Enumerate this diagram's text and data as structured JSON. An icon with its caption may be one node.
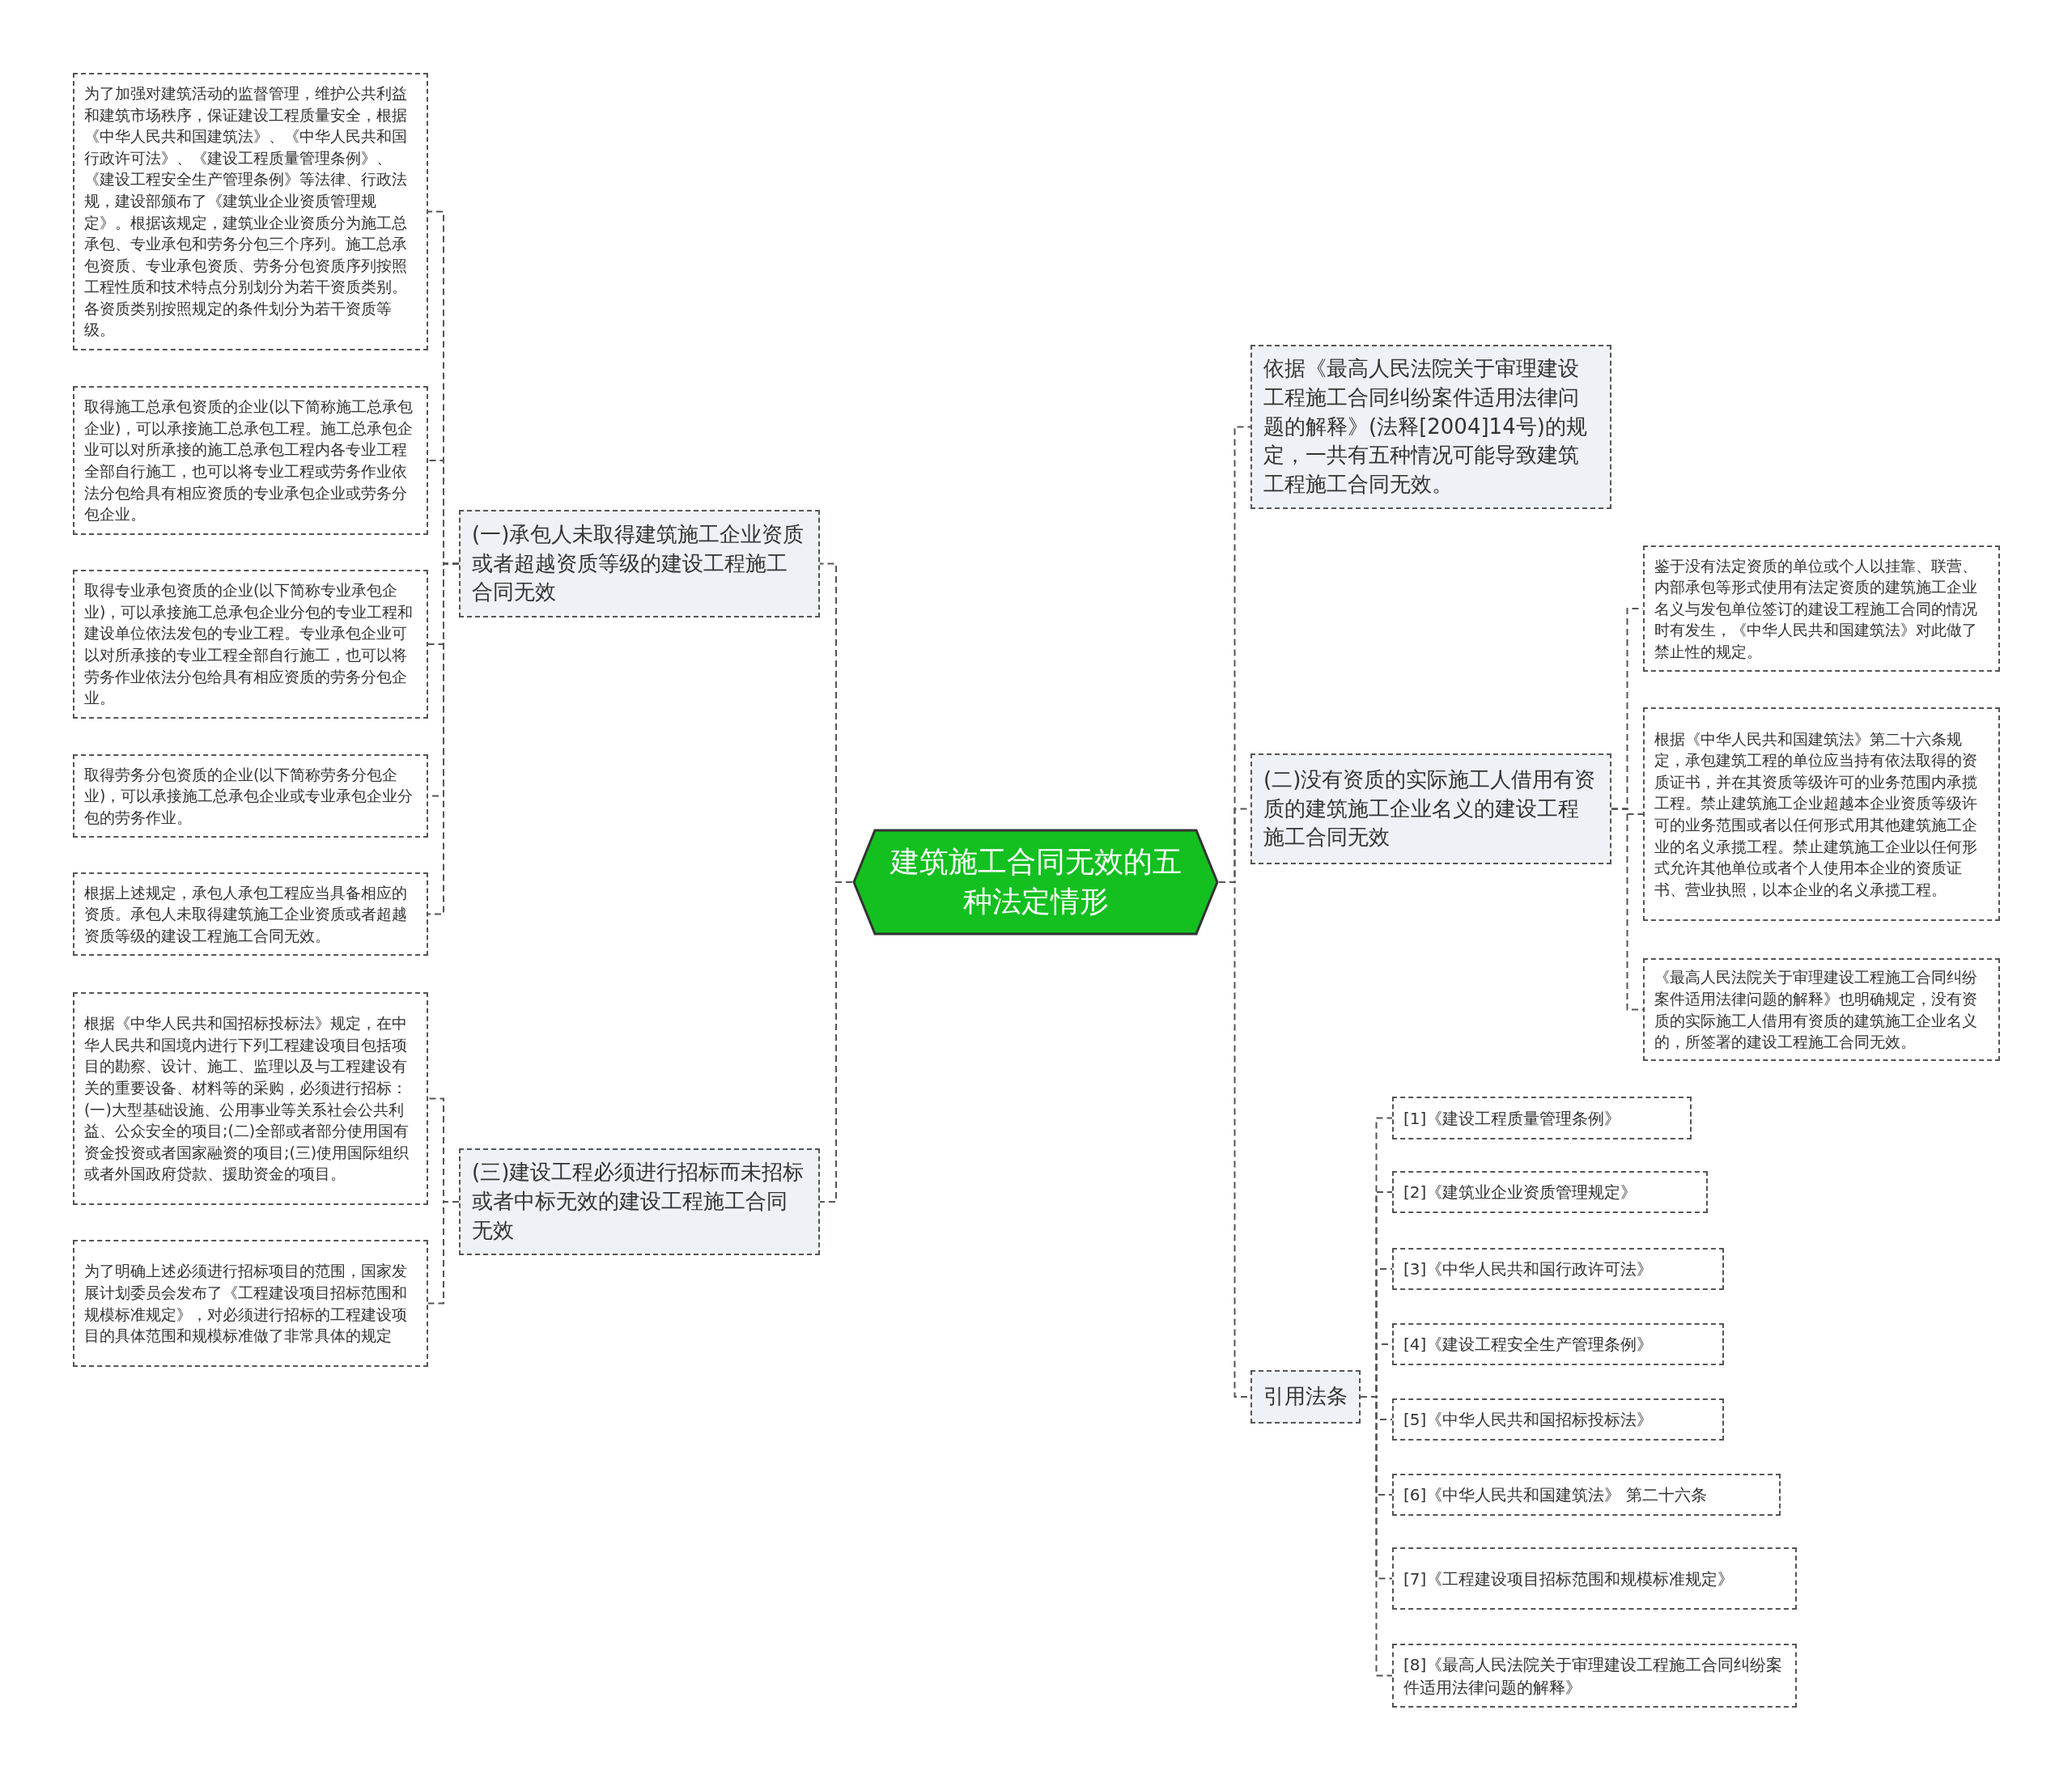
{
  "diagram": {
    "nodes": [
      {
        "text": [
          "建筑施工合同无效的五种法定情形"
        ]
      },
      {
        "text": [
          "(一)承包人未取得建筑施工企业资质或者超越资质等级的建设工程施工合同无效"
        ]
      },
      {
        "text": [
          "为了加强对建筑活动的监督管理，维护公共利益和建筑市场秩序，保证建设工程质量安全，根据《中华人民共和国建筑法》、《中华人民共和国行政许可法》、《建设工程质量管理条例》、《建设工程安全生产管理条例》等法律、行政法规，建设部颁布了《建筑业企业资质管理规定》。根据该规定，建筑业企业资质分为施工总承包、专业承包和劳务分包三个序列。施工总承包资质、专业承包资质、劳务分包资质序列按照工程性质和技术特点分别划分为若干资质类别。各资质类别按照规定的条件划分为若干资质等级。"
        ]
      },
      {
        "text": [
          "取得施工总承包资质的企业(以下简称施工总承包企业)，可以承接施工总承包工程。施工总承包企业可以对所承接的施工总承包工程内各专业工程全部自行施工，也可以将专业工程或劳务作业依法分包给具有相应资质的专业承包企业或劳务分包企业。"
        ]
      },
      {
        "text": [
          "取得专业承包资质的企业(以下简称专业承包企业)，可以承接施工总承包企业分包的专业工程和建设单位依法发包的专业工程。专业承包企业可以对所承接的专业工程全部自行施工，也可以将劳务作业依法分包给具有相应资质的劳务分包企业。"
        ]
      },
      {
        "text": [
          "取得劳务分包资质的企业(以下简称劳务分包企业)，可以承接施工总承包企业或专业承包企业分包的劳务作业。"
        ]
      },
      {
        "text": [
          "根据上述规定，承包人承包工程应当具备相应的资质。承包人未取得建筑施工企业资质或者超越资质等级的建设工程施工合同无效。"
        ]
      },
      {
        "text": [
          "(三)建设工程必须进行招标而未招标或者中标无效的建设工程施工合同无效"
        ]
      },
      {
        "text": [
          "根据《中华人民共和国招标投标法》规定，在中华人民共和国境内进行下列工程建设项目包括项目的勘察、设计、施工、监理以及与工程建设有关的重要设备、材料等的采购，必须进行招标：(一)大型基础设施、公用事业等关系社会公共利益、公众安全的项目;(二)全部或者部分使用国有资金投资或者国家融资的项目;(三)使用国际组织或者外国政府贷款、援助资金的项目。"
        ]
      },
      {
        "text": [
          "为了明确上述必须进行招标项目的范围，国家发展计划委员会发布了《工程建设项目招标范围和规模标准规定》，对必须进行招标的工程建设项目的具体范围和规模标准做了非常具体的规定"
        ]
      },
      {
        "text": [
          "依据《最高人民法院关于审理建设工程施工合同纠纷案件适用法律问题的解释》(法释[2004]14号)的规定，一共有五种情况可能导致建筑工程施工合同无效。"
        ]
      },
      {
        "text": [
          "(二)没有资质的实际施工人借用有资质的建筑施工企业名义的建设工程施工合同无效"
        ]
      },
      {
        "text": [
          "鉴于没有法定资质的单位或个人以挂靠、联营、内部承包等形式使用有法定资质的建筑施工企业名义与发包单位签订的建设工程施工合同的情况时有发生，《中华人民共和国建筑法》对此做了禁止性的规定。"
        ]
      },
      {
        "text": [
          "根据《中华人民共和国建筑法》第二十六条规定，承包建筑工程的单位应当持有依法取得的资质证书，并在其资质等级许可的业务范围内承揽工程。禁止建筑施工企业超越本企业资质等级许可的业务范围或者以任何形式用其他建筑施工企业的名义承揽工程。禁止建筑施工企业以任何形式允许其他单位或者个人使用本企业的资质证书、营业执照，以本企业的名义承揽工程。"
        ]
      },
      {
        "text": [
          "《最高人民法院关于审理建设工程施工合同纠纷案件适用法律问题的解释》也明确规定，没有资质的实际施工人借用有资质的建筑施工企业名义的，所签署的建设工程施工合同无效。"
        ]
      },
      {
        "text": [
          "引用法条"
        ]
      },
      {
        "text": [
          "[1]《建设工程质量管理条例》"
        ]
      },
      {
        "text": [
          "[2]《建筑业企业资质管理规定》"
        ]
      },
      {
        "text": [
          "[3]《中华人民共和国行政许可法》"
        ]
      },
      {
        "text": [
          "[4]《建设工程安全生产管理条例》"
        ]
      },
      {
        "text": [
          "[5]《中华人民共和国招标投标法》"
        ]
      },
      {
        "text": [
          "[6]《中华人民共和国建筑法》 第二十六条"
        ]
      },
      {
        "text": [
          "[7]《工程建设项目招标范围和规模标准规定》"
        ]
      },
      {
        "text": [
          "[8]《最高人民法院关于审理建设工程施工合同纠纷案件适用法律问题的解释》"
        ]
      }
    ],
    "edges": [
      {
        "from": 0,
        "to": 1,
        "arrow": "none"
      },
      {
        "from": 1,
        "to": 2,
        "arrow": "none"
      },
      {
        "from": 1,
        "to": 3,
        "arrow": "none"
      },
      {
        "from": 1,
        "to": 4,
        "arrow": "none"
      },
      {
        "from": 1,
        "to": 5,
        "arrow": "none"
      },
      {
        "from": 1,
        "to": 6,
        "arrow": "none"
      },
      {
        "from": 0,
        "to": 7,
        "arrow": "none"
      },
      {
        "from": 7,
        "to": 8,
        "arrow": "none"
      },
      {
        "from": 7,
        "to": 9,
        "arrow": "none"
      },
      {
        "from": 0,
        "to": 10,
        "arrow": "none"
      },
      {
        "from": 0,
        "to": 11,
        "arrow": "none"
      },
      {
        "from": 11,
        "to": 12,
        "arrow": "none"
      },
      {
        "from": 11,
        "to": 13,
        "arrow": "none"
      },
      {
        "from": 11,
        "to": 14,
        "arrow": "none"
      },
      {
        "from": 0,
        "to": 15,
        "arrow": "none"
      },
      {
        "from": 15,
        "to": 16,
        "arrow": "none"
      },
      {
        "from": 15,
        "to": 17,
        "arrow": "none"
      },
      {
        "from": 15,
        "to": 18,
        "arrow": "none"
      },
      {
        "from": 15,
        "to": 19,
        "arrow": "none"
      },
      {
        "from": 15,
        "to": 20,
        "arrow": "none"
      },
      {
        "from": 15,
        "to": 21,
        "arrow": "none"
      },
      {
        "from": 15,
        "to": 22,
        "arrow": "none"
      },
      {
        "from": 15,
        "to": 23,
        "arrow": "none"
      }
    ]
  }
}
